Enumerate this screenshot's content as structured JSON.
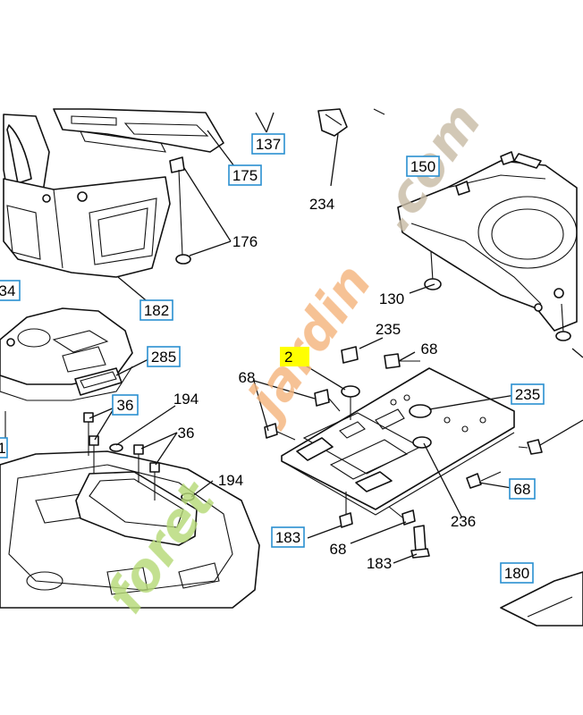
{
  "callouts": {
    "c137": "137",
    "c175": "175",
    "c234": "234",
    "c150": "150",
    "c176": "176",
    "c182": "182",
    "c34": "34",
    "c130": "130",
    "c235a": "235",
    "c285": "285",
    "c2": "2",
    "c68a": "68",
    "c68b": "68",
    "c235b": "235",
    "c194a": "194",
    "c36a": "36",
    "c36b": "36",
    "c1": "1",
    "c194b": "194",
    "c68c": "68",
    "c236": "236",
    "c183a": "183",
    "c68d": "68",
    "c183b": "183",
    "c180": "180"
  },
  "watermark": {
    "text_a": "foret",
    "text_b": "jardin",
    "text_c": ".com"
  },
  "colors": {
    "callout_box": "#2a8fd0",
    "highlight": "#ffff00",
    "watermark_green": "#b6da78",
    "watermark_orange": "#f4b57e",
    "watermark_gray": "#c9bca6"
  }
}
